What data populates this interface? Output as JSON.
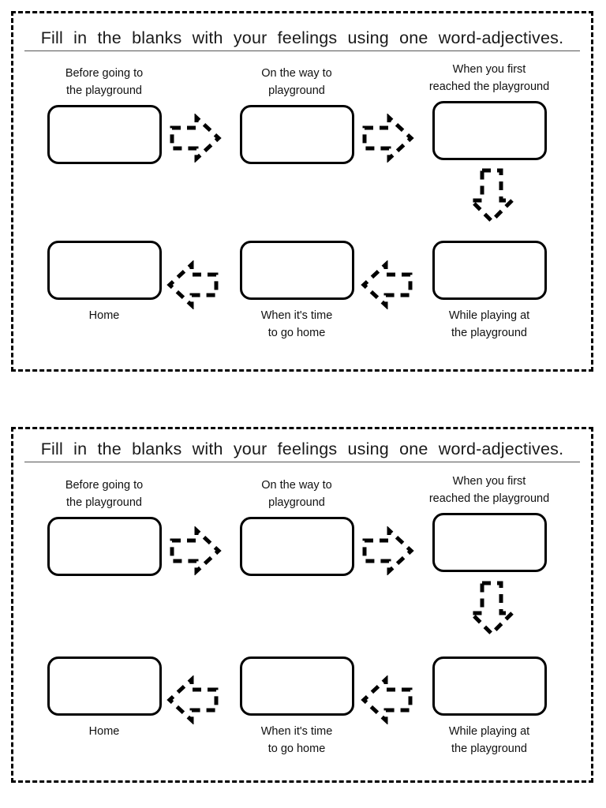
{
  "worksheet": {
    "title": "Fill in the blanks with your feelings using one word-adjectives.",
    "panels": [
      {
        "title": "Fill in the blanks with your feelings using one word-adjectives.",
        "top_row": [
          {
            "label": "Before going to\nthe playground",
            "answer": ""
          },
          {
            "label": "On the way to\nplayground",
            "answer": ""
          },
          {
            "label": "When you first\nreached the playground",
            "answer": ""
          }
        ],
        "bottom_row": [
          {
            "label": "Home",
            "answer": ""
          },
          {
            "label": "When it's time\nto go home",
            "answer": ""
          },
          {
            "label": "While playing at\nthe playground",
            "answer": ""
          }
        ],
        "arrows": [
          {
            "name": "arrow-right-1",
            "direction": "right"
          },
          {
            "name": "arrow-right-2",
            "direction": "right"
          },
          {
            "name": "arrow-down-1",
            "direction": "down"
          },
          {
            "name": "arrow-left-1",
            "direction": "left"
          },
          {
            "name": "arrow-left-2",
            "direction": "left"
          }
        ]
      },
      {
        "title": "Fill in the blanks with your feelings using one word-adjectives.",
        "top_row": [
          {
            "label": "Before going to\nthe playground",
            "answer": ""
          },
          {
            "label": "On the way to\nplayground",
            "answer": ""
          },
          {
            "label": "When you first\nreached the playground",
            "answer": ""
          }
        ],
        "bottom_row": [
          {
            "label": "Home",
            "answer": ""
          },
          {
            "label": "When it's time\nto go home",
            "answer": ""
          },
          {
            "label": "While playing at\nthe playground",
            "answer": ""
          }
        ],
        "arrows": [
          {
            "name": "arrow-right-1",
            "direction": "right"
          },
          {
            "name": "arrow-right-2",
            "direction": "right"
          },
          {
            "name": "arrow-down-1",
            "direction": "down"
          },
          {
            "name": "arrow-left-1",
            "direction": "left"
          },
          {
            "name": "arrow-left-2",
            "direction": "left"
          }
        ]
      }
    ]
  },
  "colors": {
    "ink": "#000000",
    "paper": "#ffffff",
    "underline": "#555555"
  }
}
